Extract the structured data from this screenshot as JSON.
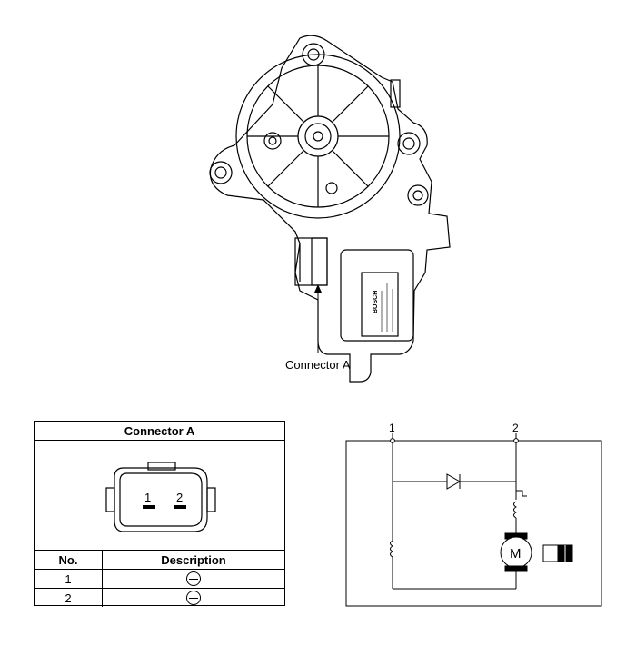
{
  "motor": {
    "callout": "Connector A",
    "label_brand": "BOSCH"
  },
  "connector_table": {
    "title": "Connector A",
    "pin_labels": [
      "1",
      "2"
    ],
    "headers": {
      "no": "No.",
      "description": "Description"
    },
    "rows": [
      {
        "no": "1",
        "symbol": "plus-circle-icon"
      },
      {
        "no": "2",
        "symbol": "minus-circle-icon"
      }
    ]
  },
  "circuit": {
    "terminal_1": "1",
    "terminal_2": "2",
    "motor_symbol": "M"
  }
}
